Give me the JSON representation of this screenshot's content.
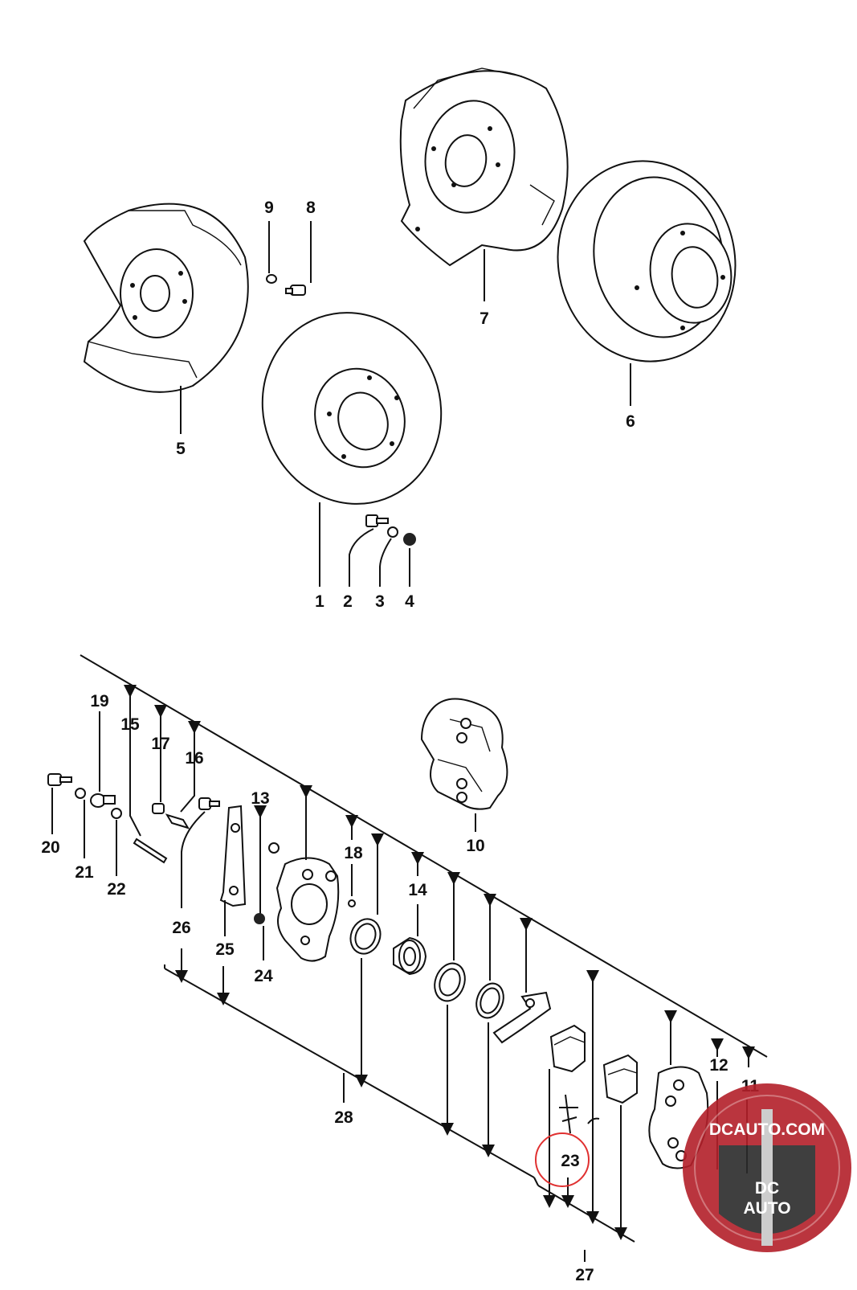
{
  "callouts": {
    "c1": "1",
    "c2": "2",
    "c3": "3",
    "c4": "4",
    "c5": "5",
    "c6": "6",
    "c7": "7",
    "c8": "8",
    "c9": "9",
    "c10": "10",
    "c11": "11",
    "c12": "12",
    "c13": "13",
    "c14": "14",
    "c15": "15",
    "c16": "16",
    "c17": "17",
    "c18": "18",
    "c19": "19",
    "c20": "20",
    "c21": "21",
    "c22": "22",
    "c23": "23",
    "c24": "24",
    "c25": "25",
    "c26": "26",
    "c27": "27",
    "c28": "28"
  },
  "highlight": {
    "callout": "23",
    "color": "#e03030"
  },
  "watermark": {
    "url_text": "DCAUTO.COM",
    "monogram": "DC",
    "sub_text": "AUTO",
    "colors": {
      "outer": "#b3202a",
      "inner": "#2b2b2b",
      "stripe": "#c8c8c8"
    }
  }
}
